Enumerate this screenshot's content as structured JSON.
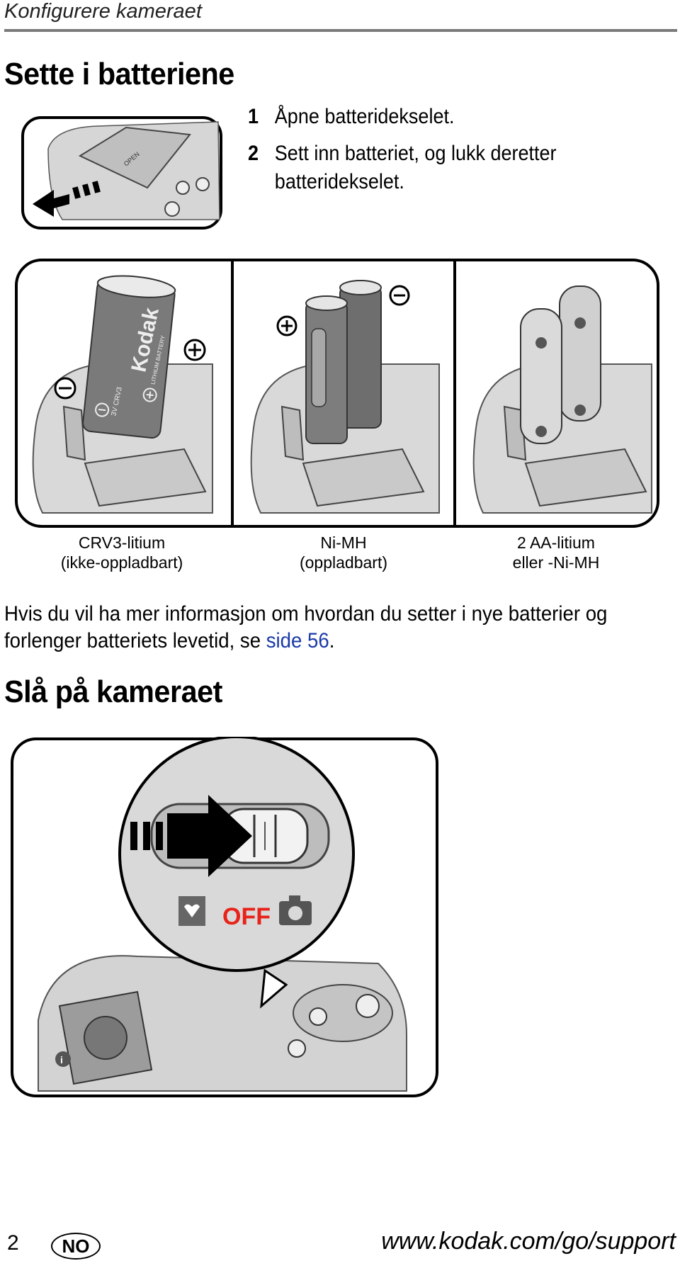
{
  "header": {
    "section": "Konfigurere kameraet"
  },
  "section1": {
    "title": "Sette i batteriene",
    "steps": [
      {
        "num": "1",
        "text": "Åpne batteridekselet."
      },
      {
        "num": "2",
        "text_line1": "Sett inn batteriet, og lukk deretter",
        "text_line2": "batteridekselet."
      }
    ],
    "door_label": "OPEN",
    "batteries": [
      {
        "caption_line1": "CRV3-litium",
        "caption_line2": "(ikke-oppladbart)",
        "brand": "Kodak",
        "sub": "LITHIUM BATTERY",
        "model": "3V CRV3"
      },
      {
        "caption_line1": "Ni-MH",
        "caption_line2": "(oppladbart)"
      },
      {
        "caption_line1": "2 AA-litium",
        "caption_line2": "eller -Ni-MH"
      }
    ],
    "info_line1": "Hvis du vil ha mer informasjon om hvordan du setter i nye batterier og",
    "info_line2_pre": "forlenger batteriets levetid, se ",
    "info_link": "side 56",
    "info_line2_post": "."
  },
  "section2": {
    "title": "Slå på kameraet",
    "off_label": "OFF",
    "off_color": "#e8231a"
  },
  "footer": {
    "page_number": "2",
    "language_badge": "NO",
    "url": "www.kodak.com/go/support"
  },
  "icons": [
    "arrow-left-icon",
    "plus-icon",
    "minus-icon",
    "arrow-right-icon",
    "favorite-icon",
    "camera-icon",
    "info-icon"
  ]
}
